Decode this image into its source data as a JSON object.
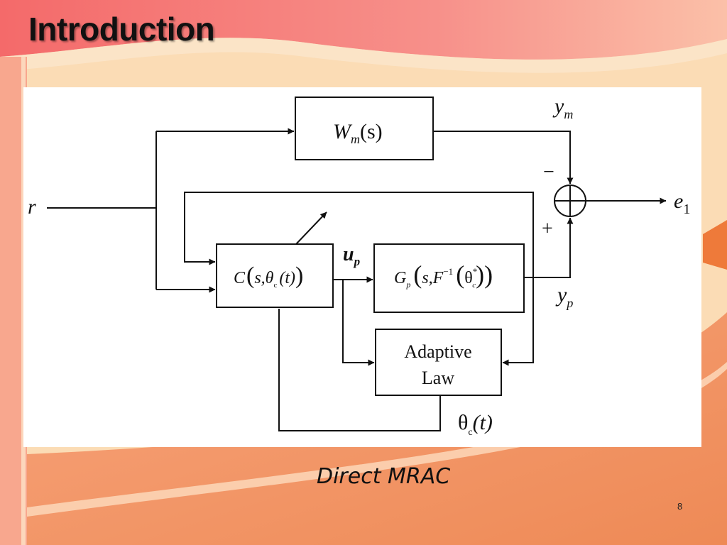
{
  "slide": {
    "title": "Introduction",
    "caption": "Direct MRAC",
    "page_number": "8"
  },
  "diagram": {
    "reference_model": {
      "name": "W",
      "sub": "m",
      "arg": "(s)"
    },
    "output_model": {
      "name": "y",
      "sub": "m"
    },
    "input_signal": "r",
    "controller": {
      "name": "C",
      "args": "s,θ",
      "sub": "c",
      "arg2": "(t)"
    },
    "control_signal": {
      "name": "u",
      "sub": "p"
    },
    "plant": {
      "name": "G",
      "sub": "p",
      "args": "s,F",
      "sup": "−1",
      "theta": "θ",
      "theta_sup": "*",
      "theta_sub": "c"
    },
    "output_plant": {
      "name": "y",
      "sub": "p"
    },
    "error": {
      "name": "e",
      "sub": "1"
    },
    "summing_minus": "−",
    "summing_plus": "+",
    "adaptive_law": {
      "line1": "Adaptive",
      "line2": "Law"
    },
    "parameter": {
      "name": "θ",
      "sub": "c",
      "arg": "(t)"
    }
  },
  "colors": {
    "background": "#fbd9b0",
    "band_top": "#f26b6b",
    "band_bottom": "#f0905a",
    "left_strip": "#f7a08a",
    "figure_bg": "#ffffff",
    "line": "#111111"
  }
}
